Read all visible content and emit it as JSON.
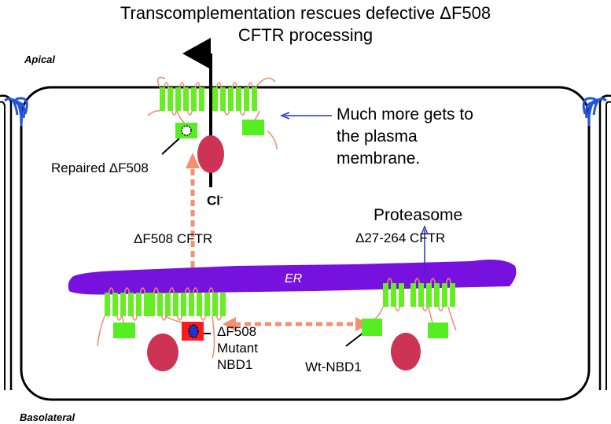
{
  "title": {
    "line1": "Transcomplementation rescues defective ΔF508",
    "line2": "CFTR processing"
  },
  "labels": {
    "apical": "Apical",
    "basolateral": "Basolateral",
    "much_more_1": "Much more gets to",
    "much_more_2": "the plasma",
    "much_more_3": "membrane.",
    "repaired": "Repaired ΔF508",
    "chloride": "Cl",
    "chloride_sup": "-",
    "df508_cftr": "ΔF508   CFTR",
    "proteasome": "Proteasome",
    "d27_264": "Δ27-264   CFTR",
    "er": "ER",
    "df508_mut_1": "ΔF508",
    "df508_mut_2": "Mutant",
    "df508_mut_3": "NBD1",
    "wt_nbd1": "Wt-NBD1"
  },
  "colors": {
    "tm_helix": "#66ee22",
    "loop": "#f08a70",
    "nbd": "#55ee22",
    "mutant_nbd": "#ff1a1a",
    "partner": "#cc3355",
    "er": "#7711dd",
    "arrow_dashed": "#f49070",
    "arrow_blue": "#2233cc",
    "junction": "#2255dd"
  }
}
